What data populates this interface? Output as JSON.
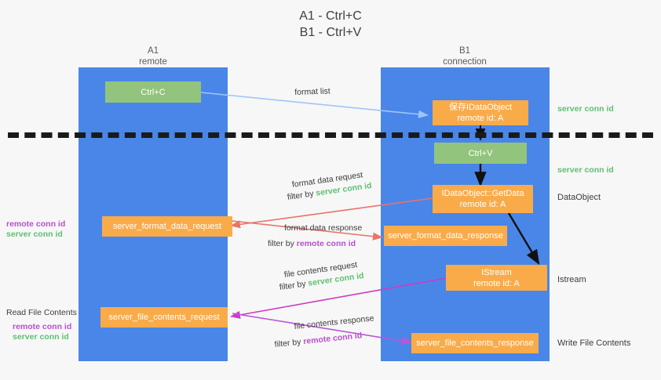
{
  "title": {
    "line1": "A1 - Ctrl+C",
    "line2": "B1 - Ctrl+V"
  },
  "lanes": [
    {
      "id": "a1",
      "title": "A1",
      "subtitle": "remote",
      "color": "#4a86e8"
    },
    {
      "id": "b1",
      "title": "B1",
      "subtitle": "connection",
      "color": "#4a86e8"
    }
  ],
  "nodes": {
    "ctrl_c": {
      "label": "Ctrl+C",
      "color": "#93c47d"
    },
    "save_dataobject": {
      "line1": "保存IDataObject",
      "line2": "remote id: A",
      "color": "#f9ab4a"
    },
    "ctrl_v": {
      "label": "Ctrl+V",
      "color": "#93c47d"
    },
    "getdata": {
      "line1": "IDataObject::GetData",
      "line2": "remote id: A",
      "color": "#f9ab4a"
    },
    "server_format_data_request": {
      "label": "server_format_data_request",
      "color": "#f9ab4a"
    },
    "server_format_data_response": {
      "label": "server_format_data_response",
      "color": "#f9ab4a"
    },
    "istream": {
      "line1": "IStream",
      "line2": "remote id: A",
      "color": "#f9ab4a"
    },
    "server_file_contents_request": {
      "label": "server_file_contents_request",
      "color": "#f9ab4a"
    },
    "server_file_contents_response": {
      "label": "server_file_contents_response",
      "color": "#f9ab4a"
    }
  },
  "edges": {
    "format_list": {
      "label": "format list",
      "color": "#9fc5f8"
    },
    "format_data_request": {
      "label": "format data request",
      "filter_prefix": "filter by ",
      "filter_value": "server conn id",
      "color": "#e8736a"
    },
    "format_data_response": {
      "label": "format data response",
      "filter_prefix": "filter by ",
      "filter_value": "remote conn id",
      "color": "#e8736a"
    },
    "file_contents_request": {
      "label": "file contents request",
      "filter_prefix": "filter by ",
      "filter_value": "server conn id",
      "color": "#cc3bc4"
    },
    "file_contents_response": {
      "label": "file contents response",
      "filter_prefix": "filter by ",
      "filter_value": "remote conn id",
      "color": "#bb55d8"
    }
  },
  "annotations": {
    "left": {
      "conn_pair_1": {
        "remote": "remote conn id",
        "server": "server conn id"
      },
      "read_file_contents": "Read File Contents",
      "conn_pair_2": {
        "remote": "remote conn id",
        "server": "server conn id"
      }
    },
    "right": {
      "server_conn_id_top": "server conn id",
      "server_conn_id_mid": "server conn id",
      "dataobject": "DataObject",
      "istream": "Istream",
      "write_file_contents": "Write File Contents"
    }
  },
  "colors": {
    "green_text": "#5fbf72",
    "purple_text": "#b84fd0",
    "lane_blue": "#4a86e8",
    "node_orange": "#f9ab4a",
    "node_green": "#93c47d",
    "background": "#f7f7f7"
  }
}
